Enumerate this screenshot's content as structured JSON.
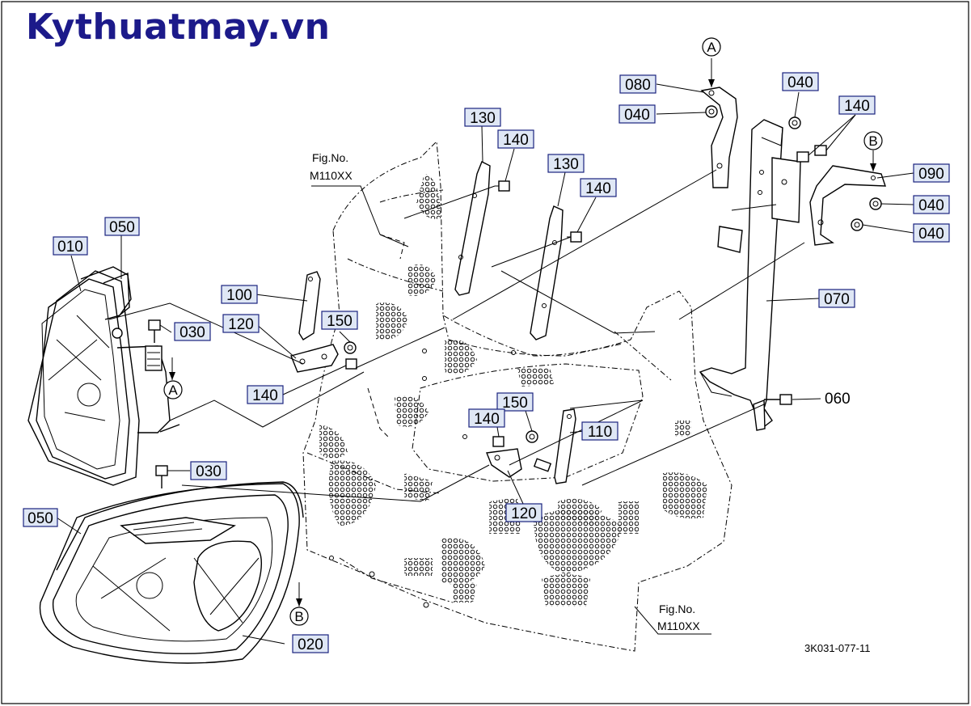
{
  "watermark": "Kythuatmay.vn",
  "drawing_code": "3K031-077-11",
  "fig_refs": {
    "top": {
      "line1": "Fig.No.",
      "line2": "M110XX"
    },
    "bottom": {
      "line1": "Fig.No.",
      "line2": "M110XX"
    }
  },
  "ref_letters": {
    "a": "A",
    "b": "B"
  },
  "part_labels": {
    "p010": "010",
    "p020": "020",
    "p030_a": "030",
    "p030_b": "030",
    "p040_a": "040",
    "p040_b": "040",
    "p040_c": "040",
    "p040_d": "040",
    "p050_a": "050",
    "p050_b": "050",
    "p060": "060",
    "p070": "070",
    "p080": "080",
    "p090": "090",
    "p100": "100",
    "p110": "110",
    "p120_a": "120",
    "p120_b": "120",
    "p130_a": "130",
    "p130_b": "130",
    "p140_a": "140",
    "p140_b": "140",
    "p140_c": "140",
    "p140_d": "140",
    "p140_e": "140",
    "p150_a": "150",
    "p150_b": "150"
  },
  "colors": {
    "watermark": "#1c1a8a",
    "label_box": "#dfe7f5",
    "label_border": "#1a237e"
  }
}
